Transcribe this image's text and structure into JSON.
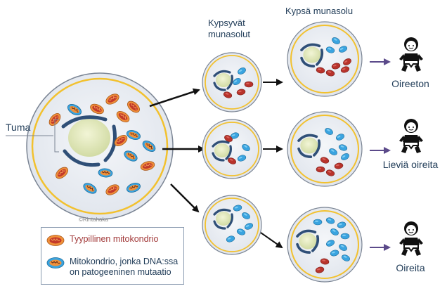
{
  "labels": {
    "tuma": "Tuma",
    "kypsyvat_line1": "Kypsyvät",
    "kypsyvat_line2": "munasolut",
    "kypsa": "Kypsä munasolu",
    "oireeton": "Oireeton",
    "lievia": "Lieviä oireita",
    "oireita": "Oireita",
    "copyright": "©Rintahaka"
  },
  "legend": {
    "typical_line1": "Tyypillinen mitokondrio",
    "mutant_line1": "Mitokondrio, jonka DNA:ssa",
    "mutant_line2": "on patogeeninen mutaatio"
  },
  "colors": {
    "cell_fill": "#e9edf3",
    "cell_border": "#f2c12e",
    "cell_outline": "#7b8594",
    "nucleus": "#dfe6b8",
    "nucleus_ring": "#2f4f77",
    "mito_red": "#c33a2a",
    "mito_orange": "#f0913a",
    "mito_blue": "#3aa4e0",
    "arrow": "#111111",
    "arrow_purple": "#5b4a8a"
  },
  "icons": [
    "baby-icon",
    "baby-icon",
    "baby-icon"
  ]
}
